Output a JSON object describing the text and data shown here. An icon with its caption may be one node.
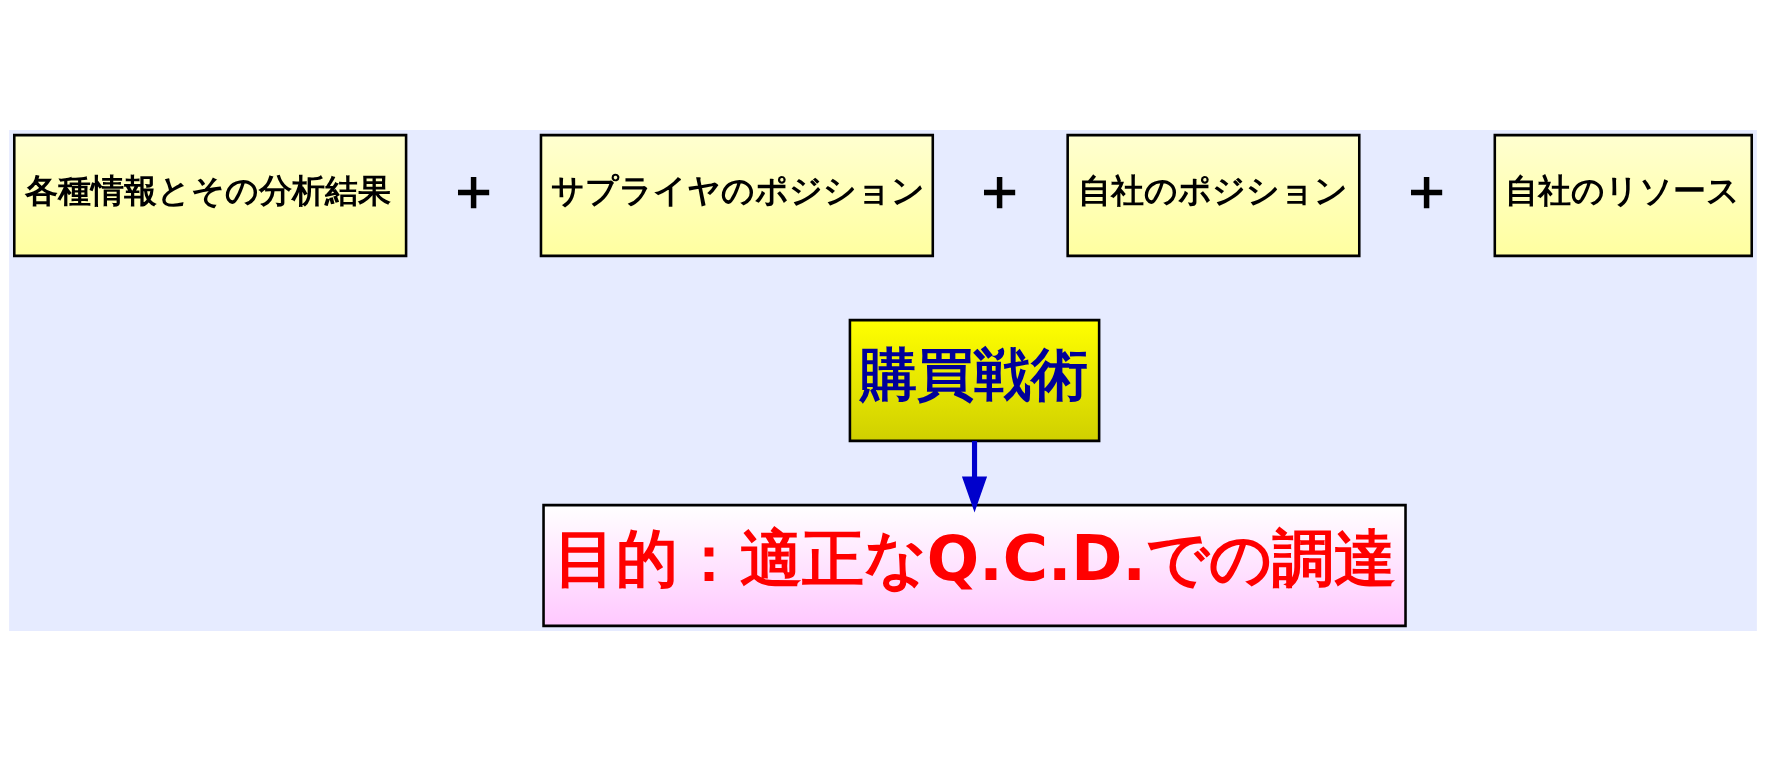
{
  "diagram": {
    "nodes": [
      {
        "text": [
          "各種情報とその分析結果"
        ]
      },
      {
        "text": [
          "サプライヤのポジション"
        ]
      },
      {
        "text": [
          "自社のポジション"
        ]
      },
      {
        "text": [
          "自社のリソース"
        ]
      },
      {
        "text": [
          "購買戦術"
        ]
      },
      {
        "text": [
          "目的：適正なQ.C.D.での調達"
        ]
      }
    ],
    "edges": [
      {
        "from": 4,
        "to": 5,
        "arrow": "to",
        "color": "#0000cc"
      }
    ],
    "labels": [
      "＋",
      "＋",
      "＋"
    ]
  }
}
